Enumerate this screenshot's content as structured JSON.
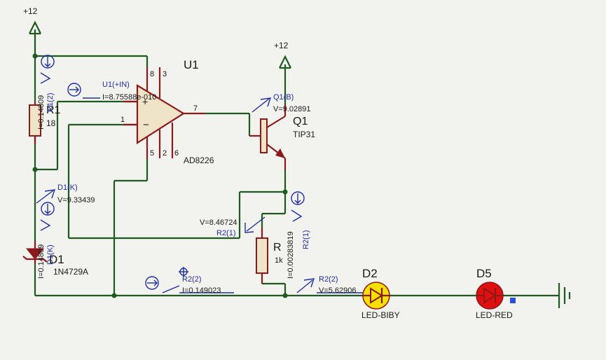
{
  "power": {
    "top_left": "+12",
    "top_q1": "+12"
  },
  "u1": {
    "ref": "U1",
    "part": "AD8226",
    "pins": {
      "p8": "8",
      "p3": "3",
      "p7": "7",
      "p1": "1",
      "p5": "5",
      "p2": "2",
      "p6": "6"
    }
  },
  "q1": {
    "ref": "Q1",
    "part": "TIP31"
  },
  "r1": {
    "ref": "R1",
    "value": "18"
  },
  "r": {
    "ref": "R",
    "value": "1k"
  },
  "d1": {
    "ref": "D1",
    "part": "1N4729A"
  },
  "d2": {
    "ref": "D2",
    "part": "LED-BIBY"
  },
  "d5": {
    "ref": "D5",
    "part": "LED-RED"
  },
  "probes": {
    "u1_in": {
      "name": "U1(+IN)",
      "reading": "I=8.75588e-010"
    },
    "q1_b": {
      "name": "Q1(B)",
      "reading": "V=9.02891"
    },
    "r1_cur": {
      "name": "R1(2)",
      "reading": "I=0.14809"
    },
    "d1_k": {
      "name": "D1(K)",
      "reading": "V=9.33439"
    },
    "d1_cur": {
      "name": "D1(K)",
      "reading": "I=0.14809"
    },
    "r2_1v": {
      "name": "R2(1)",
      "reading": "V=8.46724"
    },
    "r_cur": {
      "name": "R2(1)",
      "reading": "I=0.00283819"
    },
    "r2_2i": {
      "name": "R2(2)",
      "reading": "I=0.149023"
    },
    "r2_2v": {
      "name": "R2(2)",
      "reading": "V=5.62906"
    }
  }
}
